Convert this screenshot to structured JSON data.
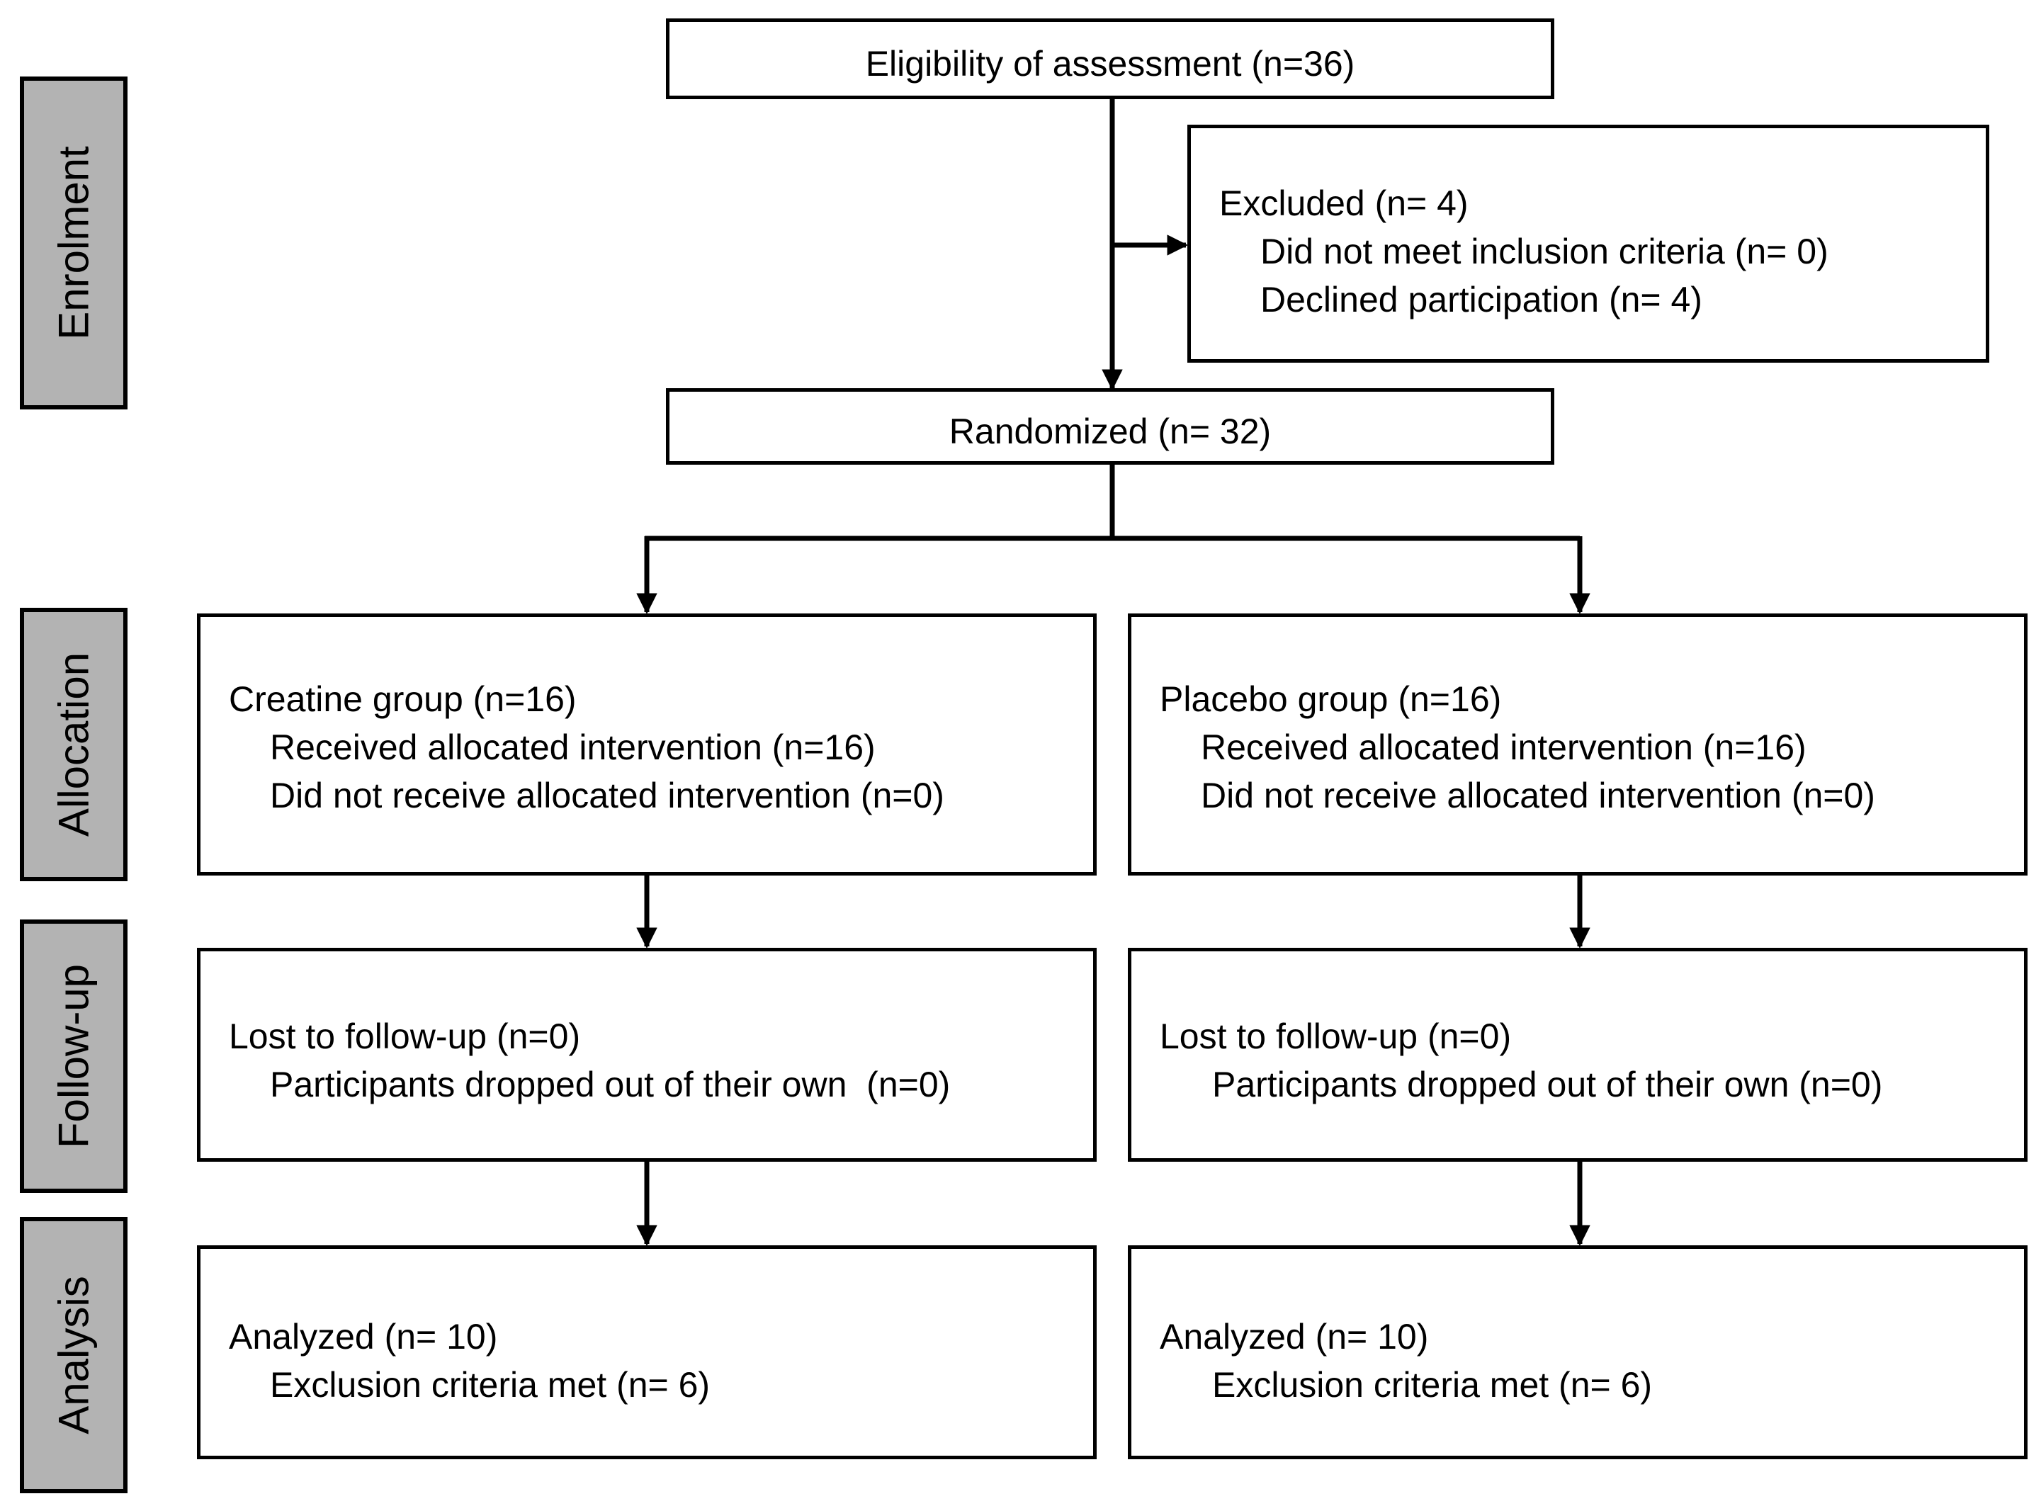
{
  "stages": {
    "enrolment": "Enrolment",
    "allocation": "Allocation",
    "follow_up": "Follow-up",
    "analysis": "Analysis"
  },
  "eligibility": {
    "title": "Eligibility of assessment (n=36)"
  },
  "excluded": {
    "title": "Excluded (n= 4)",
    "lines": [
      "Did not meet inclusion criteria (n= 0)",
      "Declined participation (n= 4)"
    ]
  },
  "randomized": {
    "title": "Randomized (n= 32)"
  },
  "creatine": {
    "allocation": {
      "title": "Creatine group (n=16)",
      "lines": [
        "Received allocated intervention (n=16)",
        "Did not receive allocated intervention (n=0)"
      ]
    },
    "follow_up": {
      "title": "Lost to follow-up (n=0)",
      "lines": [
        "Participants dropped out of their own  (n=0)"
      ]
    },
    "analysis": {
      "title": "Analyzed (n= 10)",
      "lines": [
        "Exclusion criteria met (n= 6)"
      ]
    }
  },
  "placebo": {
    "allocation": {
      "title": "Placebo group (n=16)",
      "lines": [
        "Received allocated intervention (n=16)",
        "Did not receive allocated intervention (n=0)"
      ]
    },
    "follow_up": {
      "title": "Lost to follow-up (n=0)",
      "lines": [
        "Participants dropped out of their own (n=0)"
      ]
    },
    "analysis": {
      "title": "Analyzed (n= 10)",
      "lines": [
        "Exclusion criteria met (n= 6)"
      ]
    }
  }
}
